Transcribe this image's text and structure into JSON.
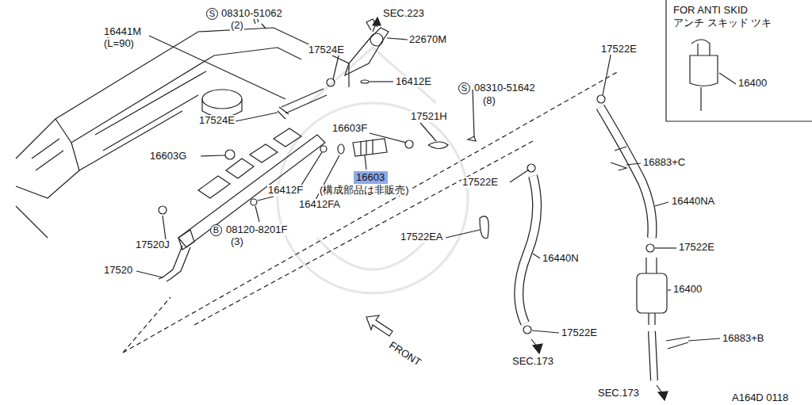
{
  "diagram": {
    "nodes": [
      {
        "text": [
          "FOR ANTI SKID",
          "アンチ スキッド ツキ",
          "16400"
        ]
      },
      {
        "text": [
          "16603"
        ]
      }
    ],
    "labels": [
      "16441M",
      "(L=90)",
      "S",
      "08310-51062",
      "(2)",
      "SEC.223",
      "22670M",
      "17524E",
      "16412E",
      "S",
      "08310-51642",
      "(8)",
      "16603F",
      "17521H",
      "17524E",
      "16603G",
      "16412F",
      "(構成部品は非販売)",
      "16412FA",
      "B",
      "08120-8201F",
      "(3)",
      "17520J",
      "17520",
      "17522E",
      "17522E",
      "16883+C",
      "16440NA",
      "17522EA",
      "16440N",
      "17522E",
      "16400",
      "17522E",
      "16883+B",
      "FRONT",
      "SEC.173",
      "SEC.173",
      "A164D 0118"
    ]
  }
}
